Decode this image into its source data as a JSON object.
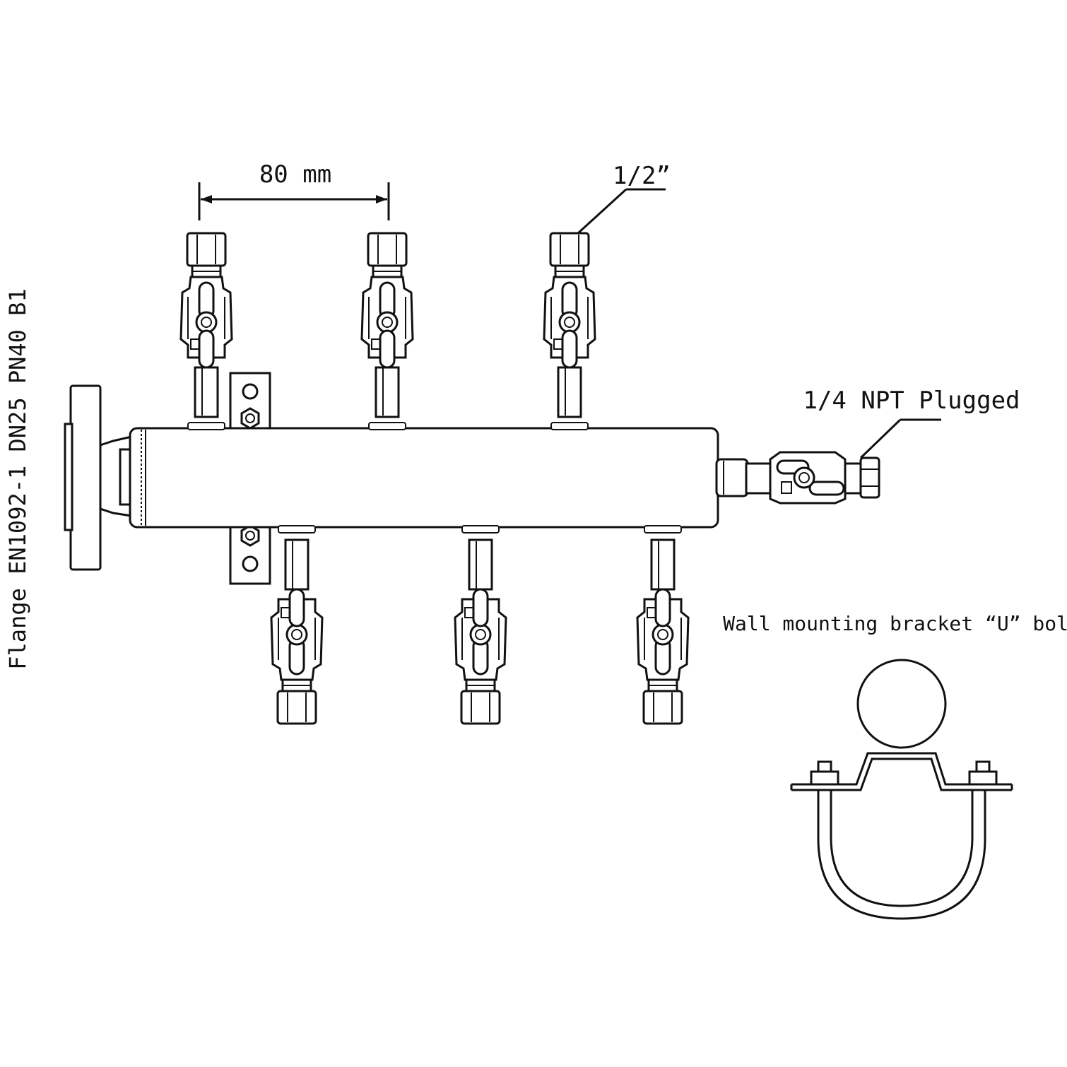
{
  "labels": {
    "spacing": "80 mm",
    "outlet_size": "1/2”",
    "end_port": "1/4 NPT Plugged",
    "flange": "Flange EN1092-1 DN25 PN40 B1",
    "bracket": "Wall mounting bracket “U” bolt"
  },
  "colors": {
    "line": "#111111",
    "background": "#ffffff"
  }
}
